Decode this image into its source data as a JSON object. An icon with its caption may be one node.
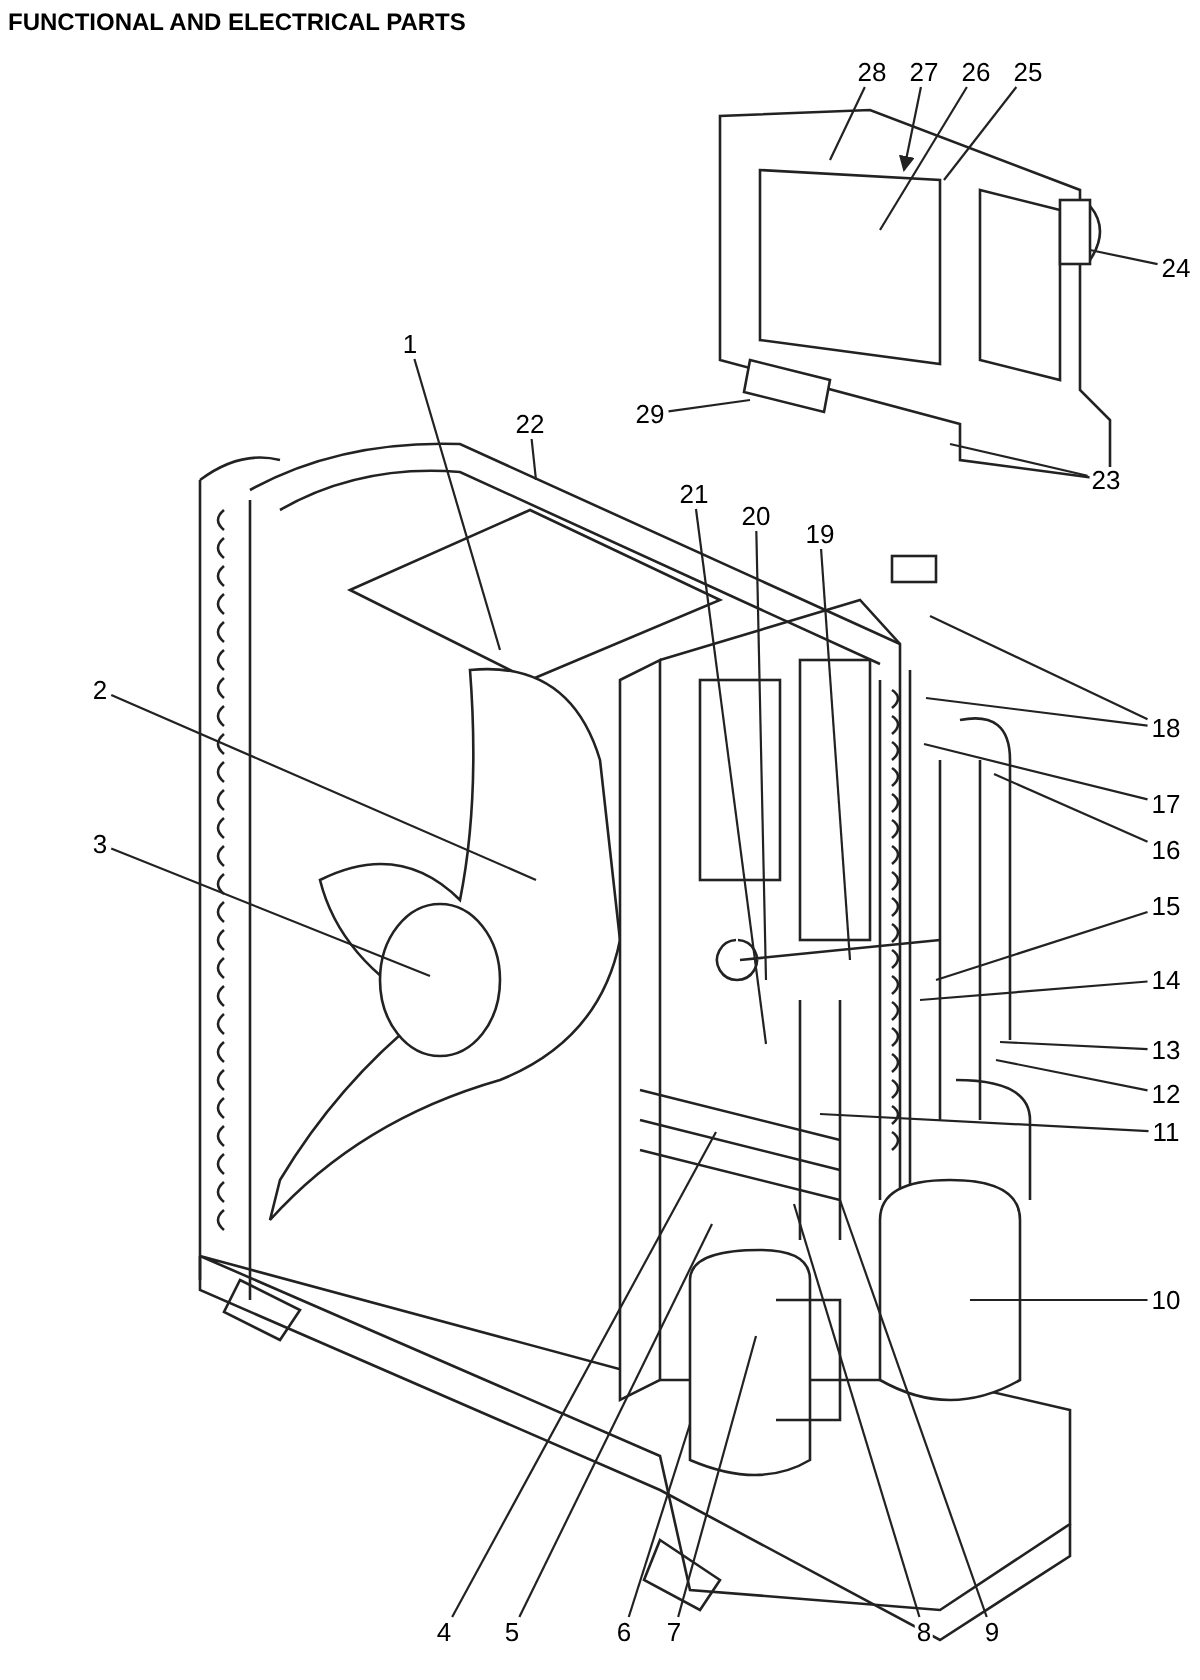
{
  "diagram": {
    "title": "FUNCTIONAL AND ELECTRICAL PARTS",
    "nodes": [
      {
        "text": [
          "1"
        ]
      },
      {
        "text": [
          "2"
        ]
      },
      {
        "text": [
          "3"
        ]
      },
      {
        "text": [
          "4"
        ]
      },
      {
        "text": [
          "5"
        ]
      },
      {
        "text": [
          "6"
        ]
      },
      {
        "text": [
          "7"
        ]
      },
      {
        "text": [
          "8"
        ]
      },
      {
        "text": [
          "9"
        ]
      },
      {
        "text": [
          "10"
        ]
      },
      {
        "text": [
          "11"
        ]
      },
      {
        "text": [
          "12"
        ]
      },
      {
        "text": [
          "13"
        ]
      },
      {
        "text": [
          "14"
        ]
      },
      {
        "text": [
          "15"
        ]
      },
      {
        "text": [
          "16"
        ]
      },
      {
        "text": [
          "17"
        ]
      },
      {
        "text": [
          "18"
        ]
      },
      {
        "text": [
          "19"
        ]
      },
      {
        "text": [
          "20"
        ]
      },
      {
        "text": [
          "21"
        ]
      },
      {
        "text": [
          "22"
        ]
      },
      {
        "text": [
          "23"
        ]
      },
      {
        "text": [
          "24"
        ]
      },
      {
        "text": [
          "25"
        ]
      },
      {
        "text": [
          "26"
        ]
      },
      {
        "text": [
          "27"
        ]
      },
      {
        "text": [
          "28"
        ]
      },
      {
        "text": [
          "29"
        ]
      }
    ],
    "edges": [
      {
        "from": 0,
        "to": null,
        "arrow": "none"
      },
      {
        "from": 1,
        "to": null,
        "arrow": "none"
      },
      {
        "from": 2,
        "to": null,
        "arrow": "none"
      },
      {
        "from": 3,
        "to": null,
        "arrow": "none"
      },
      {
        "from": 4,
        "to": null,
        "arrow": "none"
      },
      {
        "from": 5,
        "to": null,
        "arrow": "none"
      },
      {
        "from": 6,
        "to": null,
        "arrow": "none"
      },
      {
        "from": 7,
        "to": null,
        "arrow": "none"
      },
      {
        "from": 8,
        "to": null,
        "arrow": "none"
      },
      {
        "from": 9,
        "to": null,
        "arrow": "none"
      },
      {
        "from": 10,
        "to": null,
        "arrow": "none"
      },
      {
        "from": 11,
        "to": null,
        "arrow": "none"
      },
      {
        "from": 12,
        "to": null,
        "arrow": "none"
      },
      {
        "from": 13,
        "to": null,
        "arrow": "none"
      },
      {
        "from": 14,
        "to": null,
        "arrow": "none"
      },
      {
        "from": 15,
        "to": null,
        "arrow": "none"
      },
      {
        "from": 16,
        "to": null,
        "arrow": "none"
      },
      {
        "from": 17,
        "to": null,
        "arrow": "none"
      },
      {
        "from": 17,
        "to": null,
        "arrow": "none"
      },
      {
        "from": 18,
        "to": null,
        "arrow": "none"
      },
      {
        "from": 19,
        "to": null,
        "arrow": "none"
      },
      {
        "from": 20,
        "to": null,
        "arrow": "none"
      },
      {
        "from": 21,
        "to": null,
        "arrow": "none"
      },
      {
        "from": 22,
        "to": null,
        "arrow": "none"
      },
      {
        "from": 23,
        "to": null,
        "arrow": "none"
      },
      {
        "from": 24,
        "to": null,
        "arrow": "none"
      },
      {
        "from": 25,
        "to": null,
        "arrow": "none"
      },
      {
        "from": 26,
        "to": null,
        "arrow": "to"
      },
      {
        "from": 27,
        "to": null,
        "arrow": "none"
      },
      {
        "from": 28,
        "to": null,
        "arrow": "none"
      }
    ]
  }
}
